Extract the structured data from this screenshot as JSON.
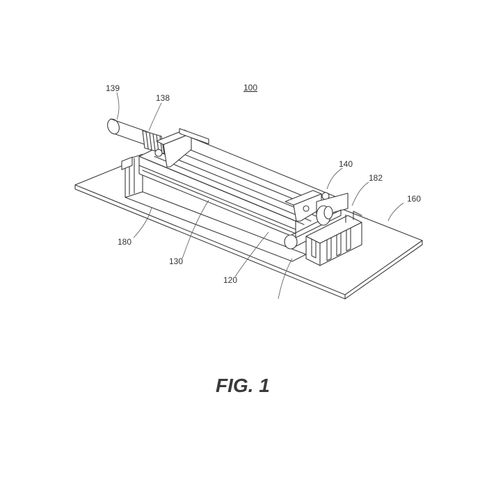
{
  "labels": {
    "assembly": "100",
    "fiber": "139",
    "boot": "138",
    "clip": "140",
    "connector": "182",
    "substrate": "160",
    "frame": "180",
    "housing": "130",
    "ferrule": "120"
  },
  "caption": "FIG. 1"
}
